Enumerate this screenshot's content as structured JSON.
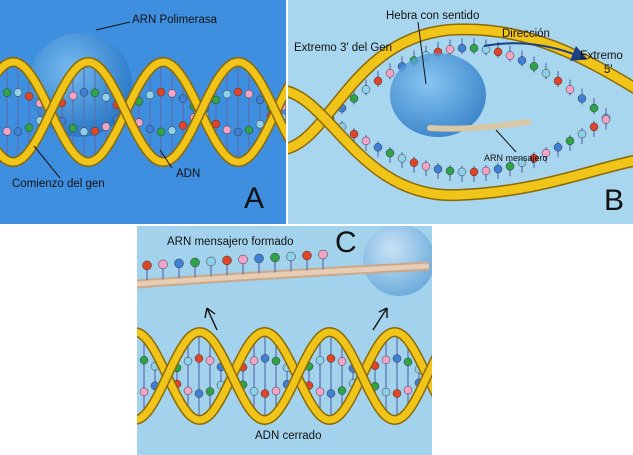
{
  "panels": {
    "a": {
      "letter": "A",
      "labels": {
        "polymerase": "ARN Polimerasa",
        "gene_start": "Comienzo del gen",
        "dna": "ADN"
      }
    },
    "b": {
      "letter": "B",
      "labels": {
        "sense_strand": "Hebra con sentido",
        "end_3": "Extremo 3' del Gen",
        "direction": "Dirección",
        "end_5_line1": "Extremo",
        "end_5_line2": "5'",
        "mrna": "ARN mensajero"
      }
    },
    "c": {
      "letter": "C",
      "labels": {
        "mrna_formed": "ARN mensajero formado",
        "dna_closed": "ADN cerrado"
      }
    }
  },
  "colors": {
    "panel_a_bg": "#3f8fe0",
    "panel_b_bg": "#a9d6ef",
    "panel_c_bg": "#a3d2ec",
    "helix_strand": "#f0c419",
    "helix_edge": "#8a6a06",
    "polymerase": "#2f8fd8",
    "base_red": "#e0452a",
    "base_pink": "#f3a3c8",
    "base_blue": "#3f7fd6",
    "base_green": "#2fa34a",
    "base_lightblue": "#8fd0ea"
  },
  "icons": [
    "dna-double-helix",
    "rna-polymerase-bubble",
    "arrow-up",
    "direction-arrow"
  ]
}
